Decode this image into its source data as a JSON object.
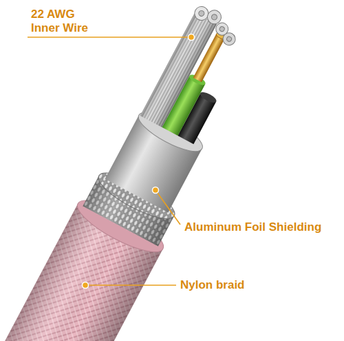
{
  "diagram": {
    "labels": [
      "22 AWG Inner Wire",
      "Aluminum Foil Shielding",
      "Nylon braid"
    ]
  }
}
